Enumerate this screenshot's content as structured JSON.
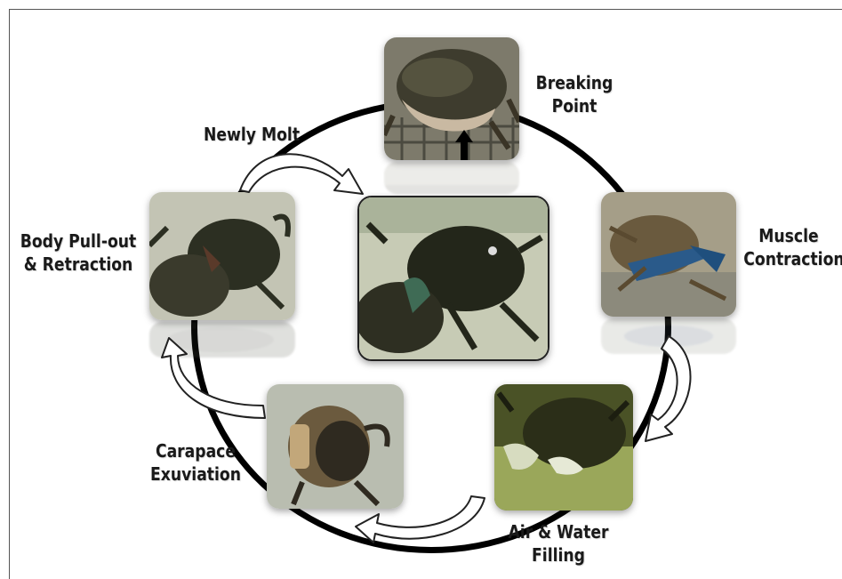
{
  "stages": [
    {
      "key": "newly-molt",
      "line1": "Newly Molt",
      "line2": ""
    },
    {
      "key": "breaking-point",
      "line1": "Breaking",
      "line2": "Point"
    },
    {
      "key": "muscle-contraction",
      "line1": "Muscle",
      "line2": "Contraction"
    },
    {
      "key": "air-water-filling",
      "line1": "Air & Water",
      "line2": "Filling"
    },
    {
      "key": "carapace-exuviation",
      "line1": "Carapace",
      "line2": "Exuviation"
    },
    {
      "key": "body-pullout",
      "line1": "Body Pull-out",
      "line2": "& Retraction"
    }
  ],
  "colors": {
    "ring": "#000000",
    "arrow_outline": "#222222",
    "arrow_fill": "#ffffff",
    "label": "#1a1a1a"
  }
}
